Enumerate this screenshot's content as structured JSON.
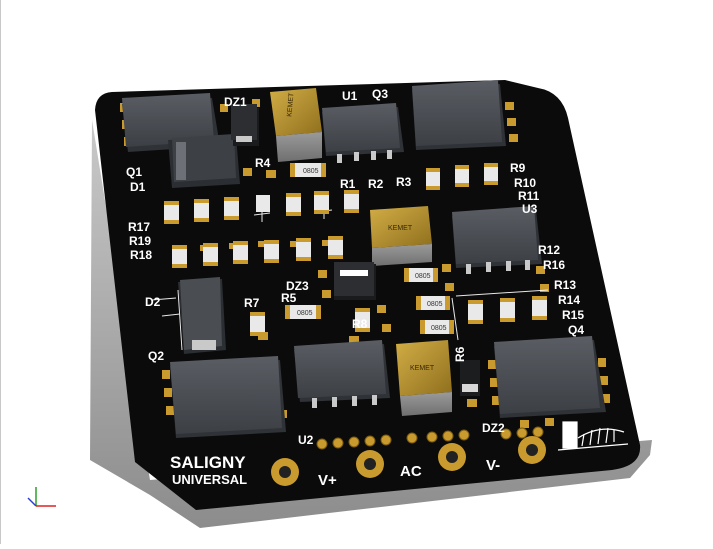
{
  "board": {
    "brand_line1": "SALIGNY",
    "brand_line2": "UNIVERSAL",
    "terminals": [
      "V+",
      "AC",
      "V-"
    ],
    "colors": {
      "soldermask": "#0b0b0b",
      "pad_gold": "#c99a2e",
      "silkscreen": "#ffffff",
      "ic_body": "#4b4f55",
      "capacitor_body": "#b5922f",
      "edge": "#a7a7a7"
    }
  },
  "designators": {
    "q1": "Q1",
    "d1": "D1",
    "dz1": "DZ1",
    "u1": "U1",
    "q3": "Q3",
    "r4": "R4",
    "r1": "R1",
    "r2": "R2",
    "r3": "R3",
    "r9": "R9",
    "r10": "R10",
    "r11": "R11",
    "u3": "U3",
    "r17": "R17",
    "r19": "R19",
    "r18": "R18",
    "r12": "R12",
    "r16": "R16",
    "dz3": "DZ3",
    "d2": "D2",
    "r7": "R7",
    "r5": "R5",
    "r13": "R13",
    "r14": "R14",
    "r15": "R15",
    "q4": "Q4",
    "r8": "R8",
    "r6": "R6",
    "q2": "Q2",
    "u2": "U2",
    "dz2": "DZ2"
  },
  "component_marks": {
    "resistor": "0805",
    "capacitor": "KEMET"
  },
  "icons": {
    "logo": "bridge-logo-icon",
    "axis": "axis-triad-icon"
  }
}
